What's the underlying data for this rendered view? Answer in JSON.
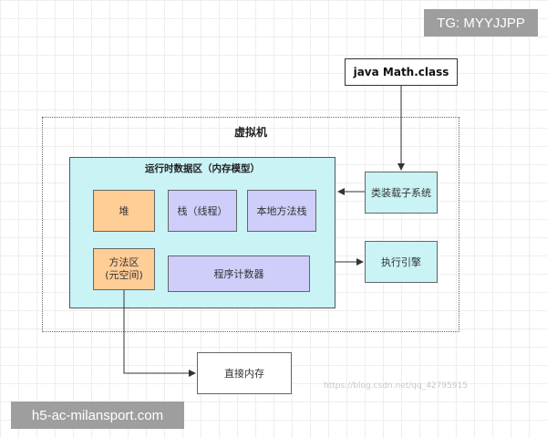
{
  "tags": {
    "top_right": "TG: MYYJJPP",
    "bottom_left": "h5-ac-milansport.com"
  },
  "diagram": {
    "java_class": "java Math.class",
    "vm_title": "虚拟机",
    "runtime_title": "运行时数据区（内存模型）",
    "heap": "堆",
    "stack": "栈（线程）",
    "native_stack": "本地方法栈",
    "method_area_line1": "方法区",
    "method_area_line2": "(元空间)",
    "pc_register": "程序计数器",
    "class_loader": "类装载子系统",
    "exec_engine": "执行引擎",
    "direct_memory": "直接内存"
  },
  "watermark": "https://blog.csdn.net/qq_42795915",
  "colors": {
    "orange": "#ffcd96",
    "purple": "#cfcdf9",
    "cyan": "#c9f3f5",
    "tag_gray": "#9e9e9e"
  }
}
